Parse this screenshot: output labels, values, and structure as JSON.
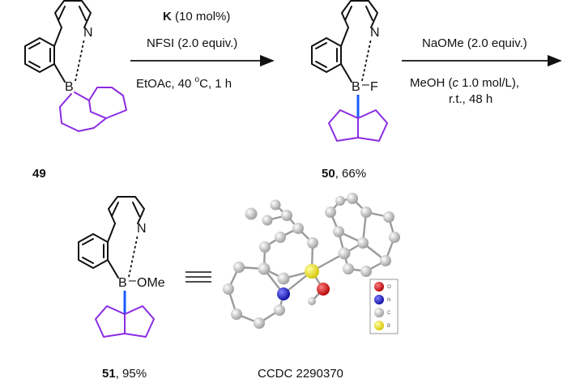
{
  "step1": {
    "catalyst_bold": "K",
    "catalyst_rest": " (10 mol%)",
    "reagent": "NFSI (2.0 equiv.)",
    "conditions": "EtOAc, 40 ",
    "deg": "o",
    "conditions_end": "C, 1 h"
  },
  "step2": {
    "reagent": "NaOMe (2.0 equiv.)",
    "solvent_pre": "MeOH (",
    "solvent_italic": "c",
    "solvent_post": " 1.0 mol/L),",
    "time": "r.t., 48 h"
  },
  "compounds": {
    "c49": {
      "number": "49"
    },
    "c50": {
      "number": "50",
      "yield": ", 66%"
    },
    "c51": {
      "number": "51",
      "yield": ", 95%"
    }
  },
  "atoms": {
    "n": "N",
    "b": "B",
    "f": "F",
    "ome": "OMe",
    "bond_dash": "–"
  },
  "crystal": {
    "ccdc": "CCDC 2290370",
    "legend": [
      "O",
      "N",
      "C",
      "B"
    ]
  },
  "colors": {
    "boron": "#f2e600",
    "oxygen": "#e00000",
    "nitrogen": "#1414c8",
    "carbon": "#b4b4b4",
    "bicyclic": "#8a2be2"
  }
}
